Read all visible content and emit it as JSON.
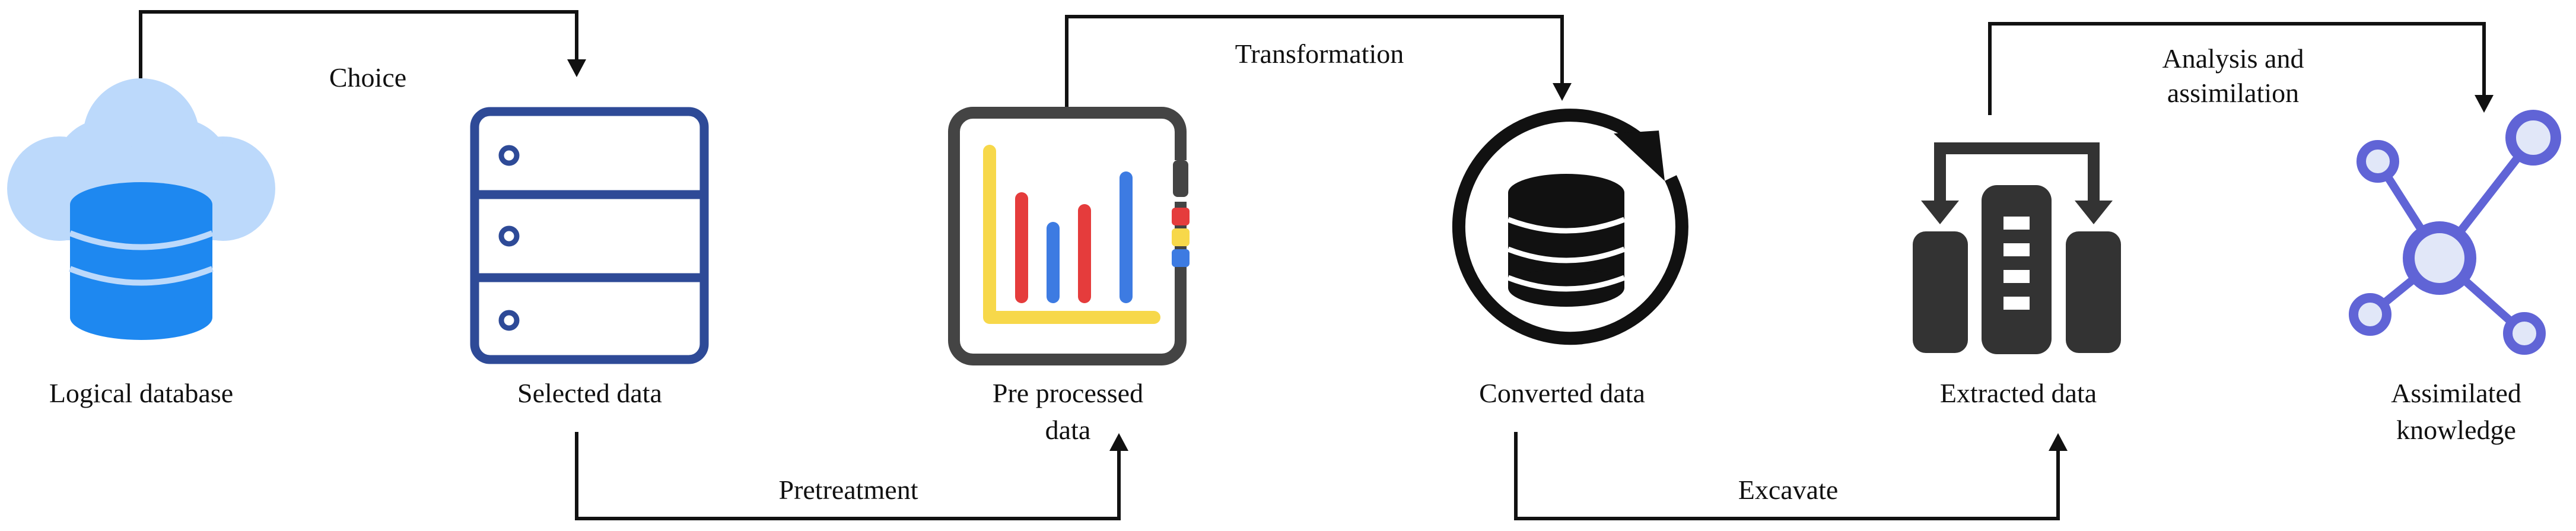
{
  "nodes": [
    {
      "id": "logical-database",
      "label": "Logical database",
      "icon": "cloud-database-icon"
    },
    {
      "id": "selected-data",
      "label": "Selected data",
      "icon": "server-rack-icon"
    },
    {
      "id": "pre-processed-data",
      "label_line1": "Pre processed",
      "label_line2": "data",
      "icon": "bar-chart-icon"
    },
    {
      "id": "converted-data",
      "label": "Converted data",
      "icon": "database-refresh-icon"
    },
    {
      "id": "extracted-data",
      "label": "Extracted data",
      "icon": "data-extraction-icon"
    },
    {
      "id": "assimilated-knowledge",
      "label_line1": "Assimilated",
      "label_line2": "knowledge",
      "icon": "network-hub-icon"
    }
  ],
  "arrows": [
    {
      "id": "choice",
      "label": "Choice"
    },
    {
      "id": "pretreatment",
      "label": "Pretreatment"
    },
    {
      "id": "transformation",
      "label": "Transformation"
    },
    {
      "id": "excavate",
      "label": "Excavate"
    },
    {
      "id": "analysis",
      "label_line1": "Analysis and",
      "label_line2": "assimilation"
    }
  ],
  "colors": {
    "cloud": "#bcd9fb",
    "database_blue": "#1e88f0",
    "server_navy": "#2e4a97",
    "chart_frame": "#444444",
    "chart_yellow": "#f7d84a",
    "chart_red": "#e53c3c",
    "chart_blue": "#3d7be2",
    "converted_black": "#111111",
    "extracted_dark": "#333333",
    "network_purple": "#6064d6",
    "network_center": "#e1e7f8",
    "arrow": "#111111"
  }
}
